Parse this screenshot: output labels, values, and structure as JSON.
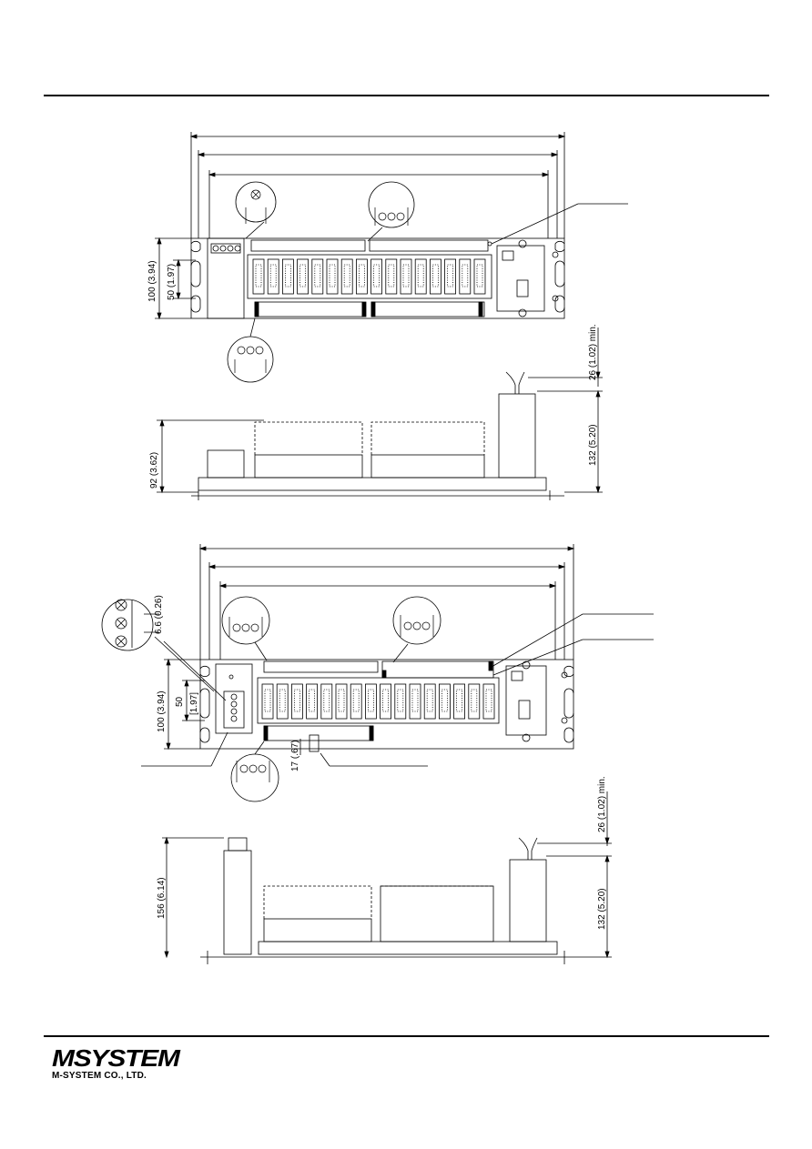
{
  "drawing_top": {
    "dim_height": "100 (3.94)",
    "dim_mount": "50 (1.97)",
    "dim_clearance": "26 (1.02) min.",
    "dim_side_height": "92 (3.62)",
    "dim_total_height": "132 (5.20)"
  },
  "drawing_bottom": {
    "dim_screw_pitch": "6.6 (0.26)",
    "dim_height": "100 (3.94)",
    "dim_mount_a": "50",
    "dim_mount_b": "[1.97]",
    "dim_offset": "17 (.67)",
    "dim_clearance": "26 (1.02) min.",
    "dim_side_height": "156 (6.14)",
    "dim_total_height": "132 (5.20)"
  },
  "footer": {
    "logo": "MSYSTEM",
    "company": "M-SYSTEM CO., LTD."
  }
}
